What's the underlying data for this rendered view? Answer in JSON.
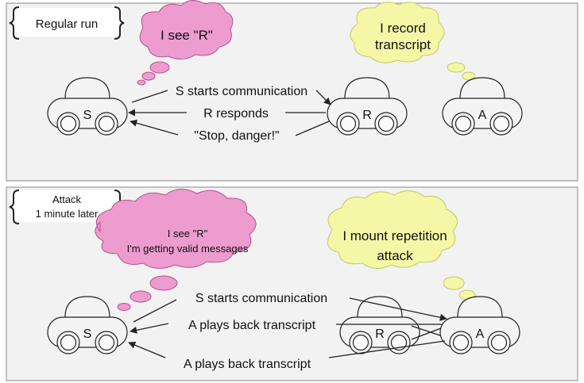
{
  "panels": {
    "regular": {
      "label": "Regular run",
      "thought_s": "I see \"R\"",
      "thought_a_line1": "I record",
      "thought_a_line2": "transcript",
      "car_s": "S",
      "car_r": "R",
      "car_a": "A",
      "msg1": "S starts communication",
      "msg2": "R responds",
      "msg3": "\"Stop, danger!\""
    },
    "attack": {
      "label_line1": "Attack",
      "label_line2": "1 minute later",
      "thought_s_line1": "I see \"R\"",
      "thought_s_line2": "I'm getting valid messages",
      "thought_a_line1": "I mount repetition",
      "thought_a_line2": "attack",
      "car_s": "S",
      "car_r": "R",
      "car_a": "A",
      "msg1": "S starts communication",
      "msg2": "A plays back transcript",
      "msg3": "A plays back transcript"
    }
  },
  "colors": {
    "panel_bg": "#f2f2f2",
    "pink_cloud": "#ec9ccf",
    "pink_border": "#b9508f",
    "yellow_cloud": "#f4f7a6",
    "yellow_border": "#c3c867",
    "car_fill": "#f4f4f4",
    "stroke": "#222222"
  }
}
